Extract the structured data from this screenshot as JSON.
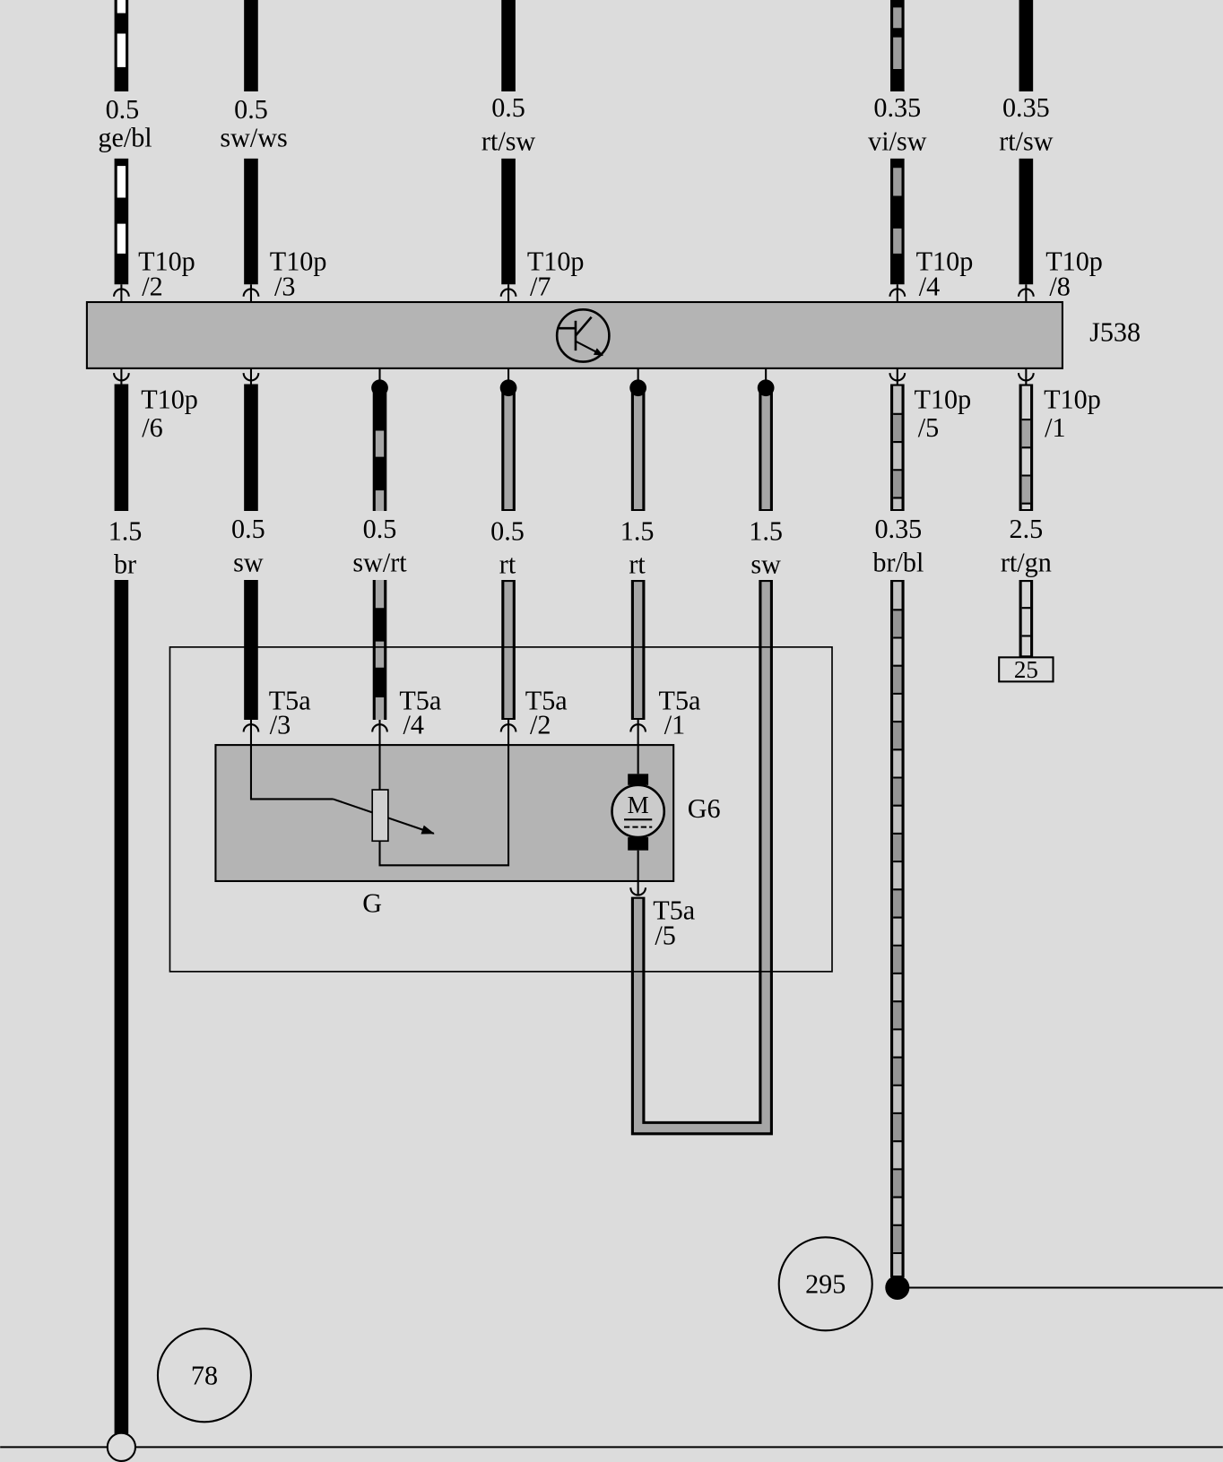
{
  "colors": {
    "background": "#dcdcdc",
    "component_fill": "#b4b4b4",
    "wire_gray": "#a6a6a6"
  },
  "module": {
    "label": "J538"
  },
  "top_wires": [
    {
      "gauge": "0.5",
      "color": "ge/bl",
      "pin": "T10p",
      "pin_no": "/2"
    },
    {
      "gauge": "0.5",
      "color": "sw/ws",
      "pin": "T10p",
      "pin_no": "/3"
    },
    {
      "gauge": "0.5",
      "color": "rt/sw",
      "pin": "T10p",
      "pin_no": "/7"
    },
    {
      "gauge": "0.35",
      "color": "vi/sw",
      "pin": "T10p",
      "pin_no": "/4"
    },
    {
      "gauge": "0.35",
      "color": "rt/sw",
      "pin": "T10p",
      "pin_no": "/8"
    }
  ],
  "bottom_wires": [
    {
      "gauge": "1.5",
      "color": "br",
      "pin": "T10p",
      "pin_no": "/6"
    },
    {
      "gauge": "0.5",
      "color": "sw"
    },
    {
      "gauge": "0.5",
      "color": "sw/rt"
    },
    {
      "gauge": "0.5",
      "color": "rt"
    },
    {
      "gauge": "1.5",
      "color": "rt"
    },
    {
      "gauge": "1.5",
      "color": "sw"
    },
    {
      "gauge": "0.35",
      "color": "br/bl",
      "pin": "T10p",
      "pin_no": "/5"
    },
    {
      "gauge": "2.5",
      "color": "rt/gn",
      "pin": "T10p",
      "pin_no": "/1"
    }
  ],
  "sender": {
    "label": "G",
    "motor_label": "G6",
    "motor_symbol": "M",
    "pins": [
      {
        "pin": "T5a",
        "pin_no": "/3"
      },
      {
        "pin": "T5a",
        "pin_no": "/4"
      },
      {
        "pin": "T5a",
        "pin_no": "/2"
      },
      {
        "pin": "T5a",
        "pin_no": "/1"
      },
      {
        "pin": "T5a",
        "pin_no": "/5"
      }
    ]
  },
  "fuse_ref": "25",
  "continuation_refs": [
    "295",
    "78"
  ]
}
